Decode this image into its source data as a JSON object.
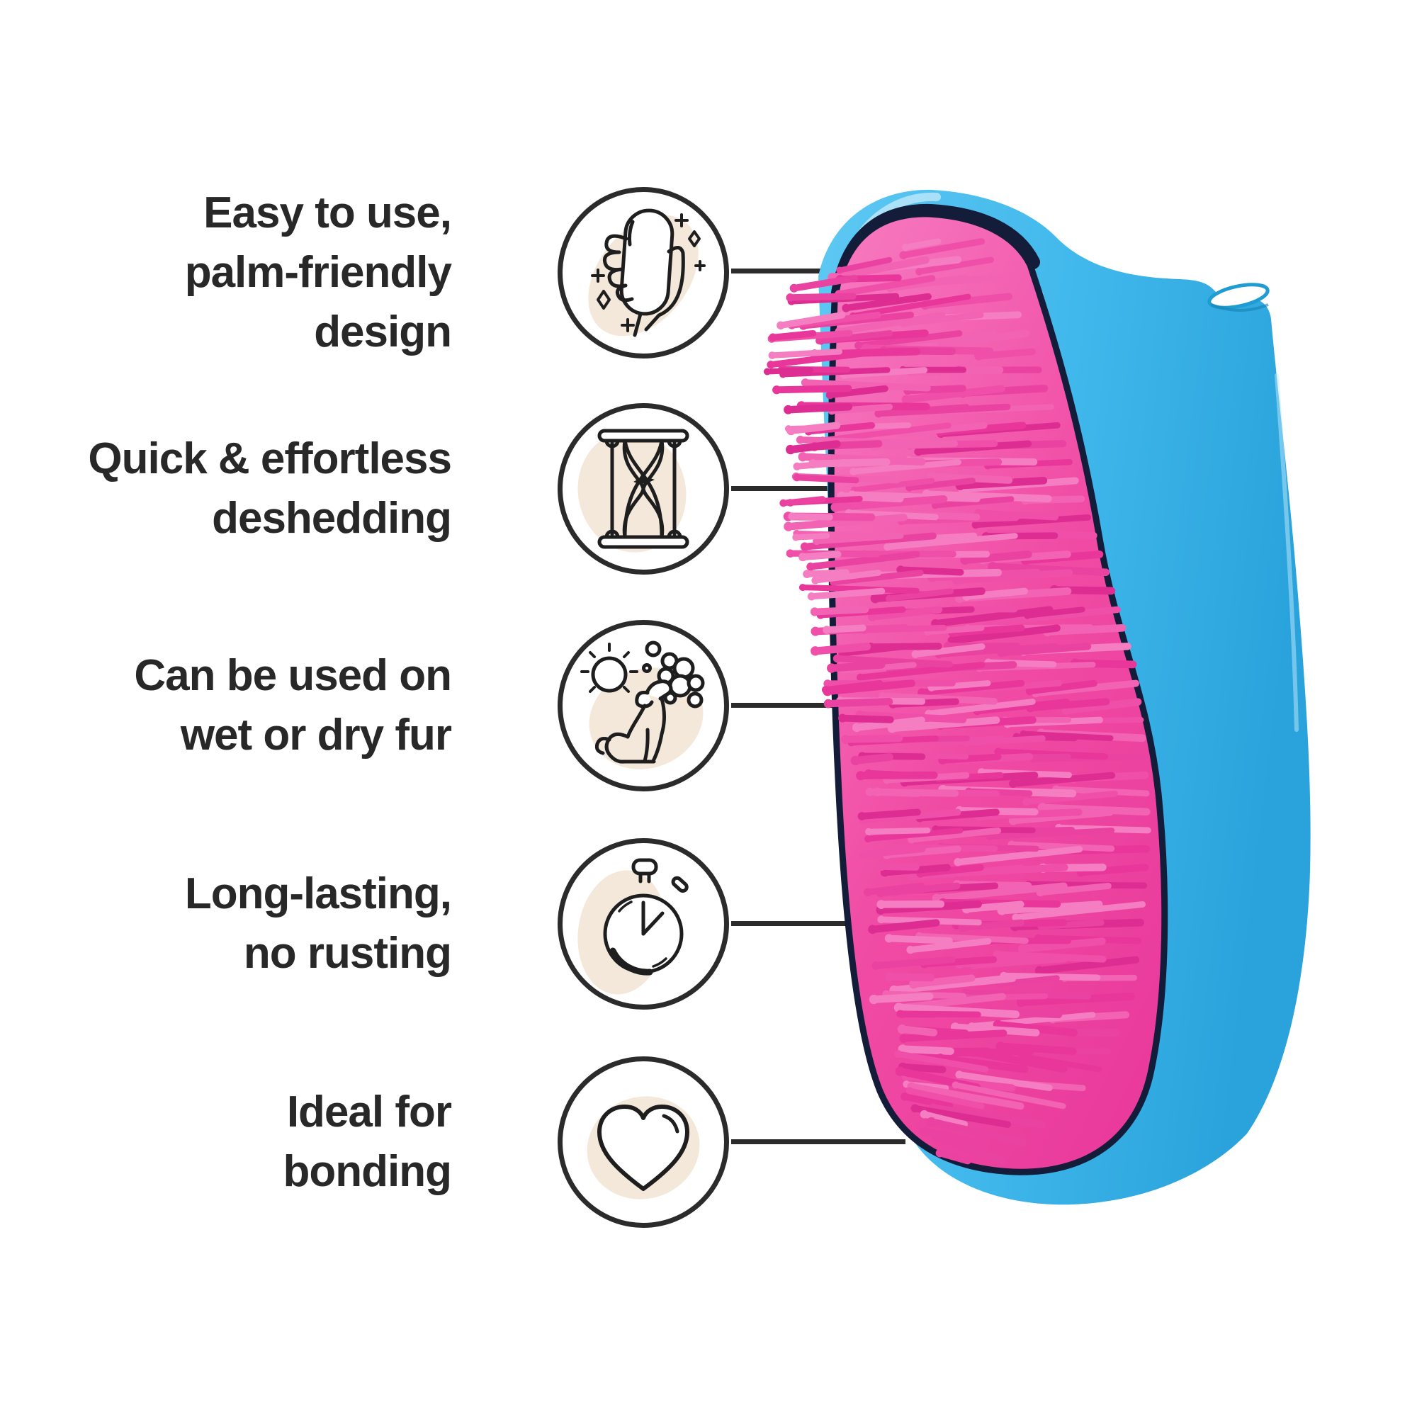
{
  "page": {
    "background": "#ffffff"
  },
  "callouts": {
    "line_color": "#2b2b2b",
    "text_color": "#282828",
    "blob_color": "#f4e8da",
    "items": [
      {
        "icon": "hand-holding-brush-icon",
        "lines": [
          "Easy to use,",
          "palm-friendly",
          "design"
        ]
      },
      {
        "icon": "hourglass-icon",
        "lines": [
          "Quick & effortless",
          "deshedding"
        ]
      },
      {
        "icon": "sun-bubbles-dog-icon",
        "lines": [
          "Can be used on",
          "wet or dry fur"
        ]
      },
      {
        "icon": "stopwatch-icon",
        "lines": [
          "Long-lasting,",
          "no rusting"
        ]
      },
      {
        "icon": "heart-icon",
        "lines": [
          "Ideal for",
          "bonding"
        ]
      }
    ]
  },
  "product": {
    "name": "pet deshedding brush",
    "colors": {
      "body_blue": "#3fb7eb",
      "body_blue_dark": "#2aa3dc",
      "pad_pink": "#ef459f",
      "bristle_pink": "#e8369b",
      "seam_dark": "#131c38"
    }
  }
}
